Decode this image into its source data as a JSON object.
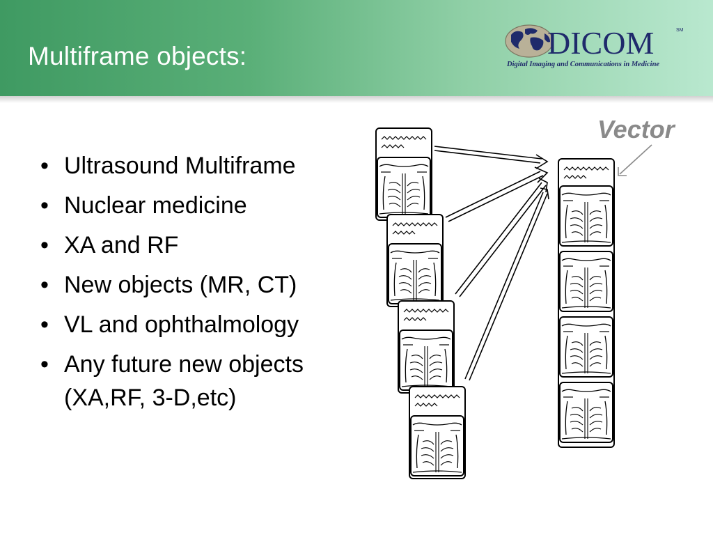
{
  "slide": {
    "title": "Multiframe objects:",
    "bullets": [
      "Ultrasound Multiframe",
      "Nuclear medicine",
      "XA and RF",
      "New objects (MR, CT)",
      "VL and ophthalmology",
      "Any future new objects (XA,RF, 3-D,etc)"
    ],
    "vector_label": "Vector"
  },
  "logo": {
    "name": "DICOM",
    "tagline": "Digital Imaging and Communications in Medicine",
    "mark": "SM",
    "icon": "globe-icon"
  },
  "diagram": {
    "icon": "chest-xray-frame-icon",
    "single_frames": 4,
    "multiframe_frames": 4
  },
  "colors": {
    "header_start": "#3f9a62",
    "header_end": "#b9e8cf",
    "title_text": "#ffffff",
    "logo_navy": "#1f2a6b",
    "vector_gray": "#8a8a8a"
  }
}
